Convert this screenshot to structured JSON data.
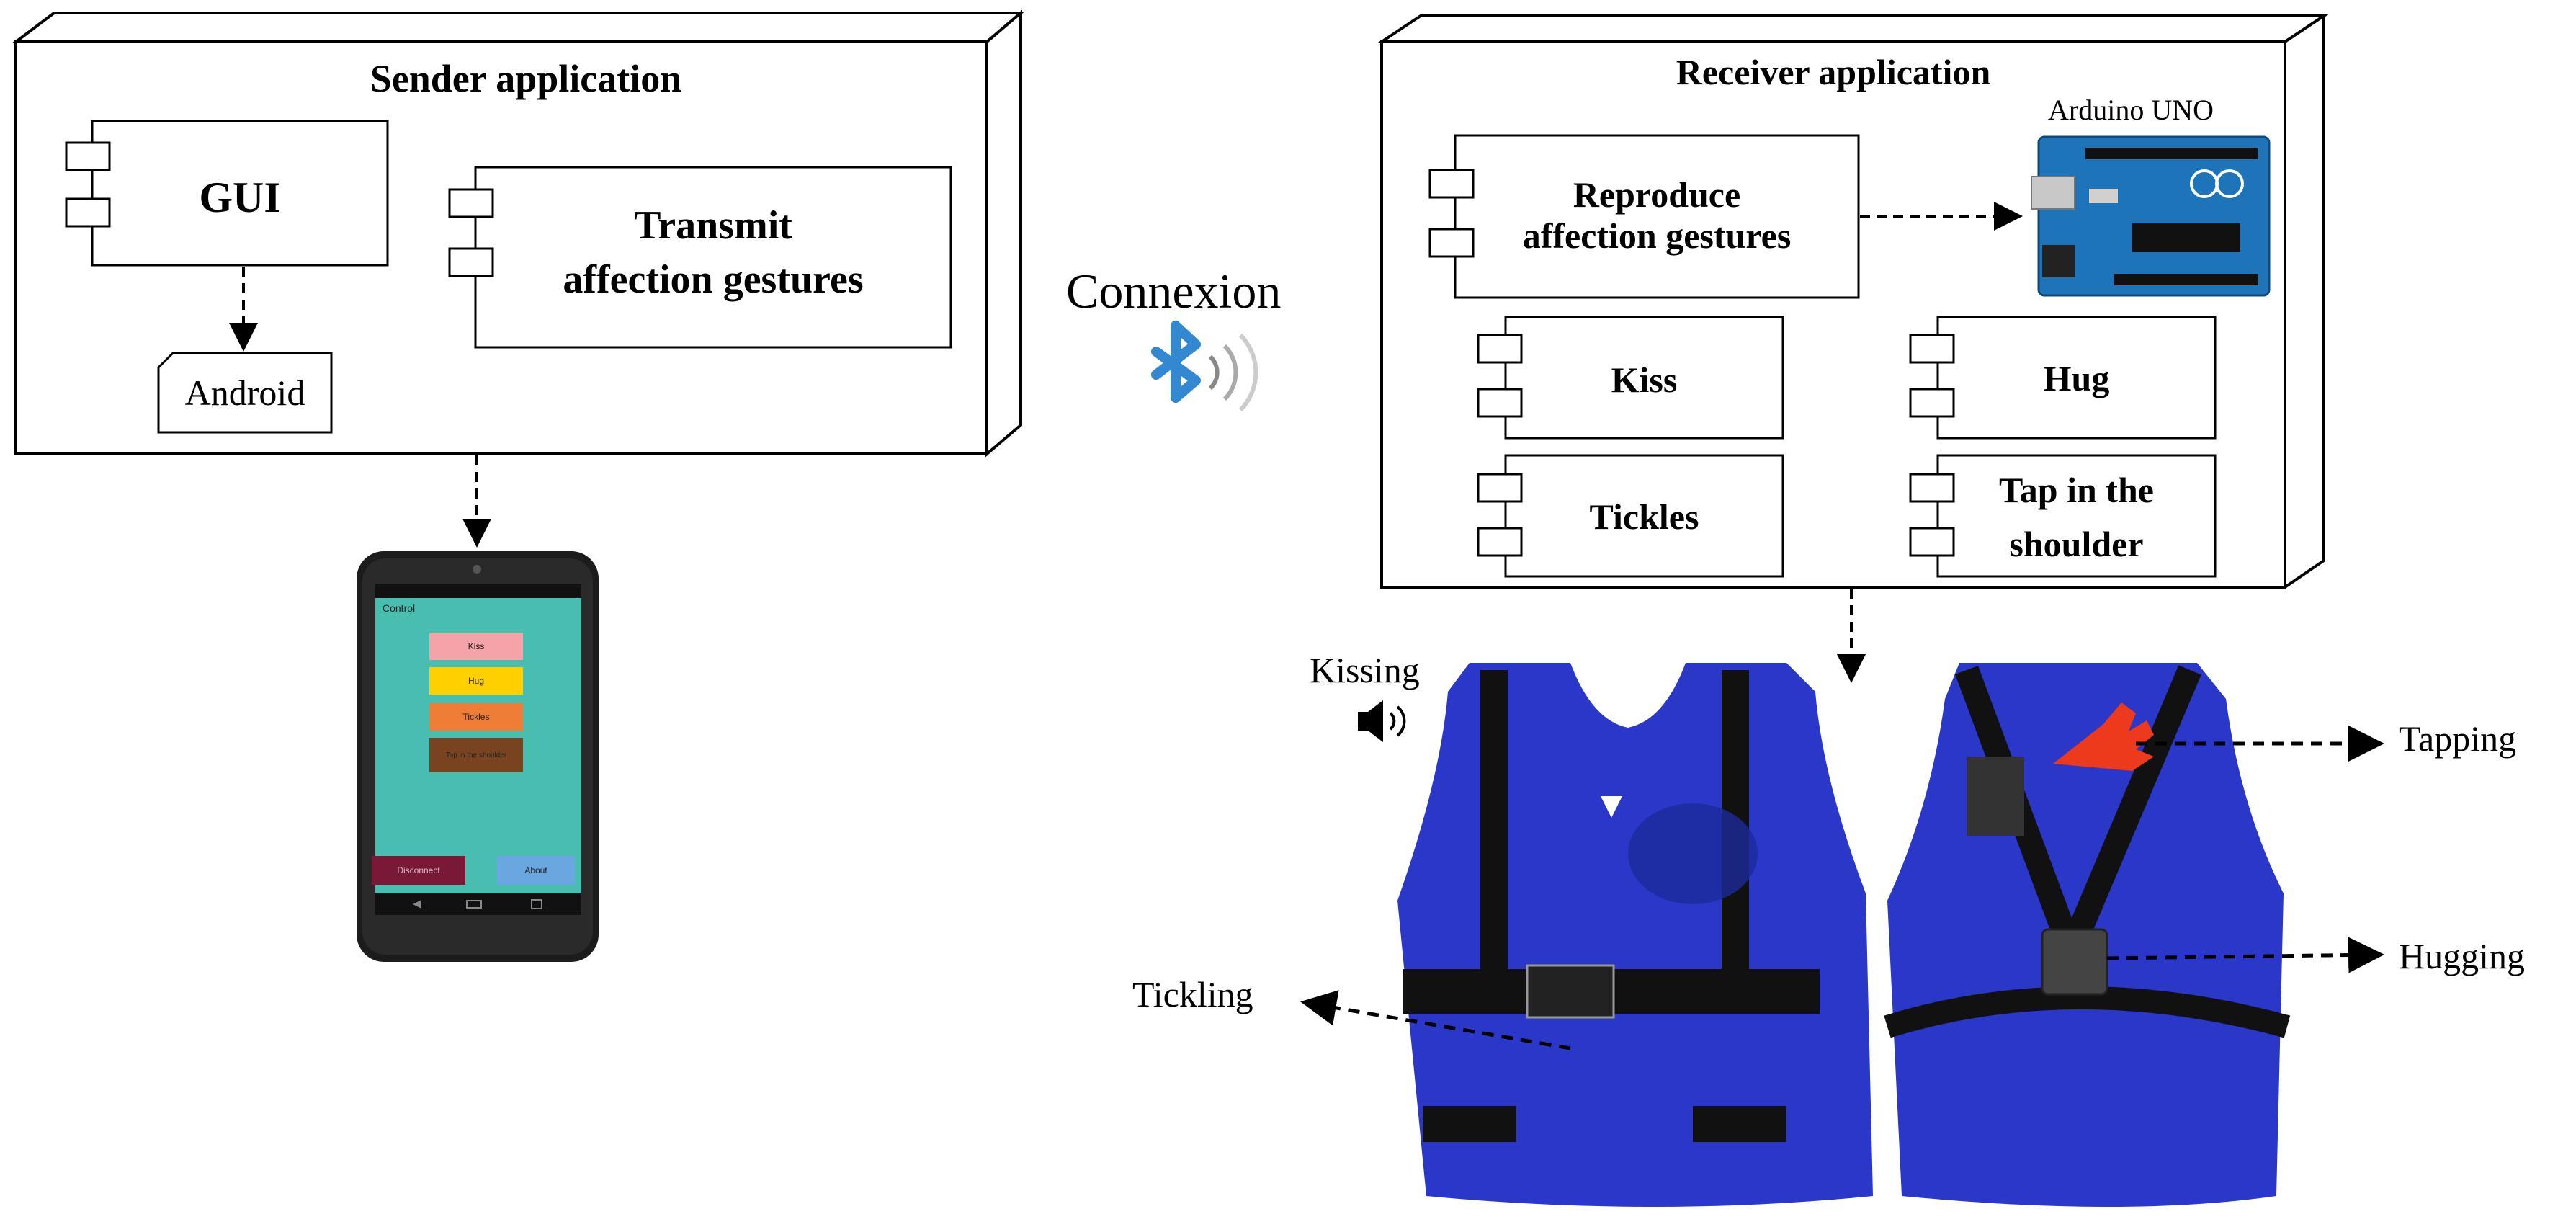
{
  "sender": {
    "title": "Sender application",
    "gui": "GUI",
    "transmit_line1": "Transmit",
    "transmit_line2": "affection gestures",
    "android": "Android"
  },
  "phone_app": {
    "title": "Control",
    "buttons": [
      {
        "label": "Kiss",
        "color": "#f4a3a8"
      },
      {
        "label": "Hug",
        "color": "#ffd000"
      },
      {
        "label": "Tickles",
        "color": "#ef7d35"
      },
      {
        "label": "Tap in the shoulder",
        "color": "#7a4320"
      }
    ],
    "disconnect": {
      "label": "Disconnect",
      "color": "#7a1838"
    },
    "about": {
      "label": "About",
      "color": "#6aa6e0"
    }
  },
  "connexion": {
    "label": "Connexion",
    "icon": "bluetooth-icon",
    "color": "#3389d1"
  },
  "receiver": {
    "title": "Receiver application",
    "reproduce_line1": "Reproduce",
    "reproduce_line2": "affection gestures",
    "arduino_label": "Arduino UNO",
    "kiss": "Kiss",
    "hug": "Hug",
    "tickles": "Tickles",
    "tap_line1": "Tap in the",
    "tap_line2": "shoulder"
  },
  "vest": {
    "color": "#2a37c8",
    "kissing": "Kissing",
    "tickling": "Tickling",
    "tapping": "Tapping",
    "hugging": "Hugging",
    "speaker_icon": "speaker-icon"
  }
}
